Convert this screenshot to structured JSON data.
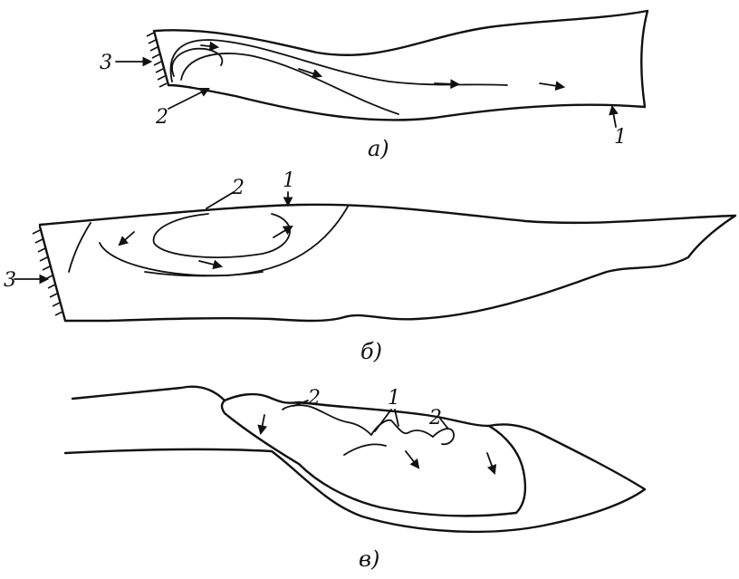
{
  "panels": [
    {
      "caption": "а)",
      "labels": [
        "3",
        "2",
        "1"
      ]
    },
    {
      "caption": "б)",
      "labels": [
        "2",
        "1",
        "3"
      ]
    },
    {
      "caption": "в)",
      "labels": [
        "2",
        "1",
        "2"
      ]
    }
  ],
  "colors": {
    "ink": "#111111",
    "paper": "#ffffff"
  }
}
